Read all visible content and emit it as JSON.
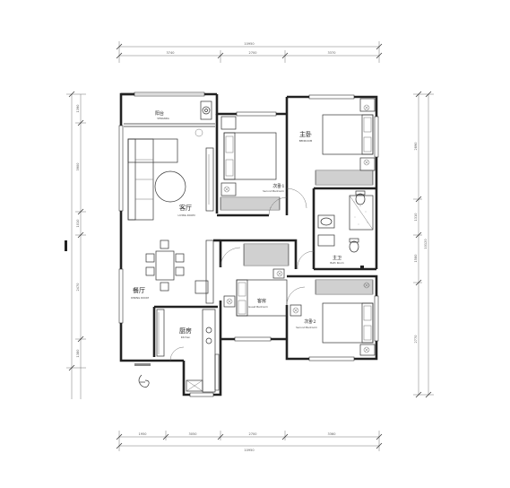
{
  "rooms": {
    "balcony": {
      "label": "阳台",
      "sublabel": "VERANDA"
    },
    "living": {
      "label": "客厅",
      "sublabel": "LIVING ROOM"
    },
    "dining": {
      "label": "餐厅",
      "sublabel": "DINING ROOM"
    },
    "kitchen": {
      "label": "厨房",
      "sublabel": "Kitchen"
    },
    "master": {
      "label": "主卧",
      "sublabel": "BEDROOM"
    },
    "second1": {
      "label": "次卧1",
      "sublabel": "Second Bedroom"
    },
    "second2": {
      "label": "次卧2",
      "sublabel": "Second Bedroom"
    },
    "guest": {
      "label": "客房",
      "sublabel": "Guest Bedroom"
    },
    "bath": {
      "label": "主卫",
      "sublabel": "Bath Room"
    }
  },
  "dimensions": {
    "top_total": "10950",
    "top_segments": [
      "3740",
      "2700",
      "3370"
    ],
    "bottom_total": "10950",
    "bottom_segments": [
      "1950",
      "3050",
      "2700",
      "3360"
    ],
    "left_segments": [
      "1390",
      "3900",
      "1010",
      "2470",
      "1380"
    ],
    "right_segments": [
      "2890",
      "1310",
      "1580",
      "2770"
    ],
    "right_total": "10120"
  }
}
